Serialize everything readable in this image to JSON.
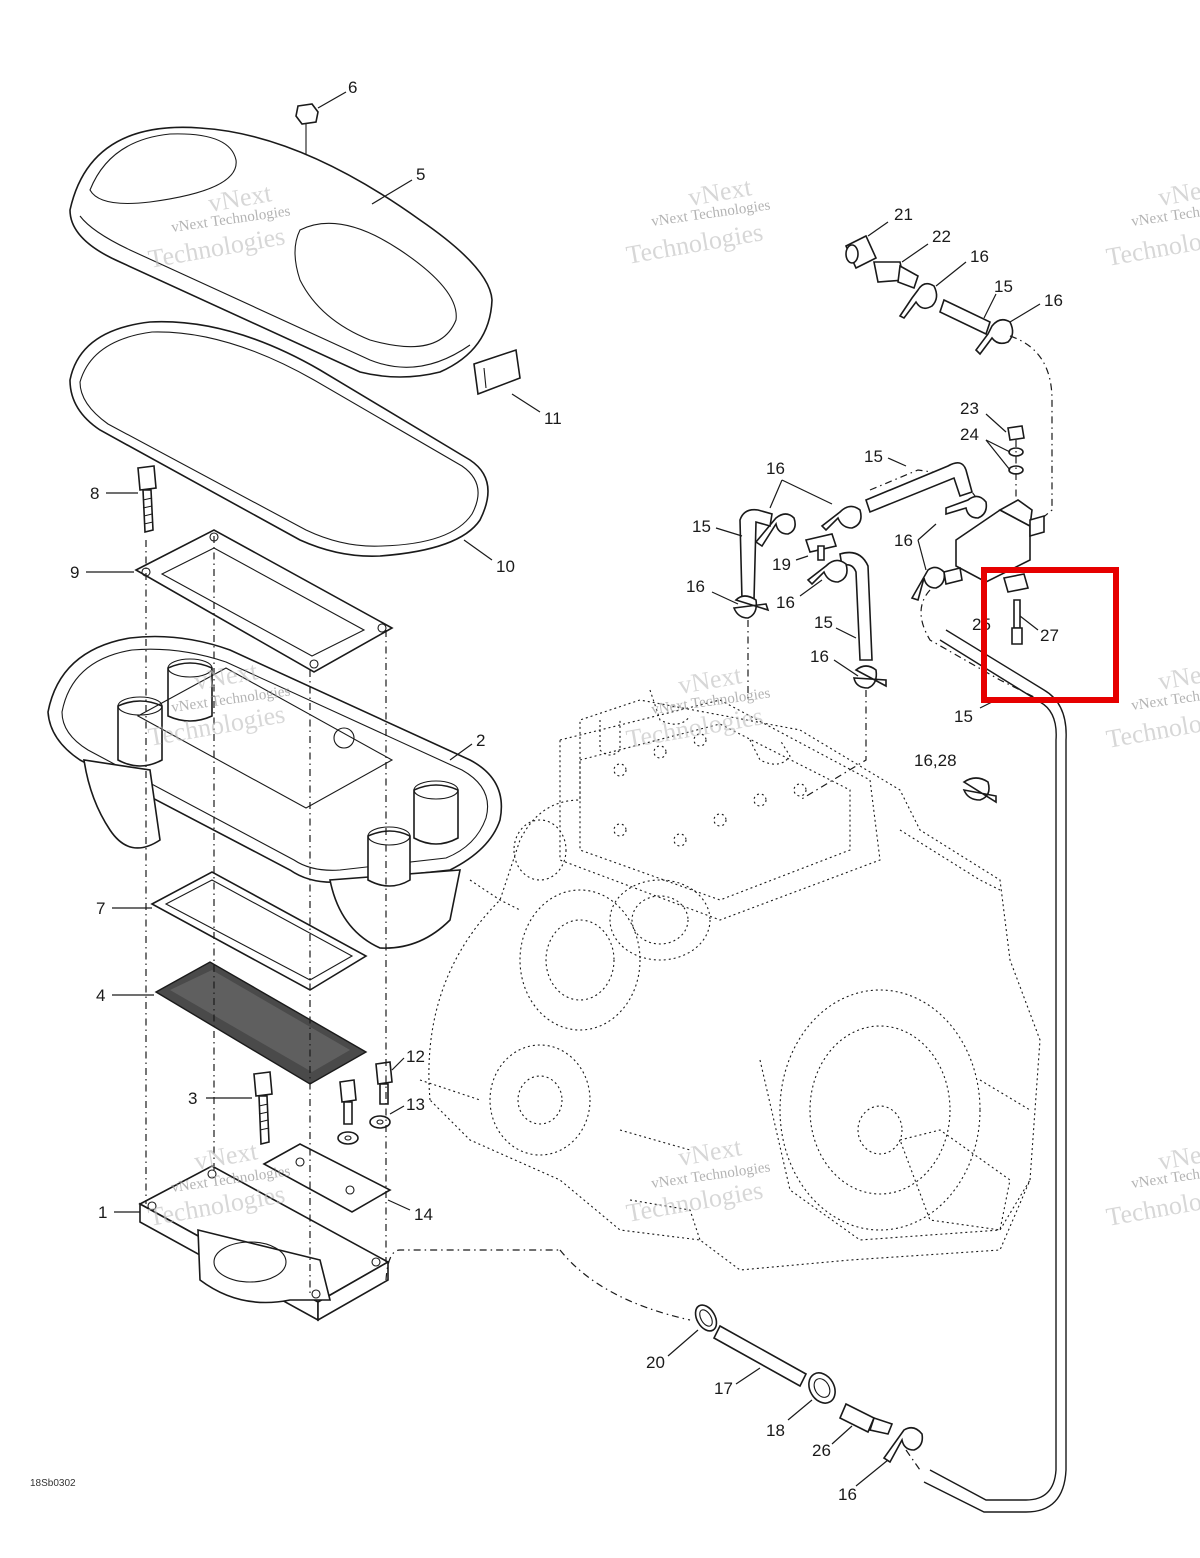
{
  "diagram": {
    "ref_code": "18Sb0302",
    "watermark_small": "vNext Technologies",
    "watermark_large": "Technologies",
    "watermark_large2": "vNext",
    "highlight_color": "#e60000",
    "callouts": {
      "c1": "1",
      "c2": "2",
      "c3": "3",
      "c4": "4",
      "c5": "5",
      "c6": "6",
      "c7": "7",
      "c8": "8",
      "c9": "9",
      "c10": "10",
      "c11": "11",
      "c12": "12",
      "c13": "13",
      "c14": "14",
      "c15a": "15",
      "c15b": "15",
      "c15c": "15",
      "c15d": "15",
      "c15e": "15",
      "c16a": "16",
      "c16b": "16",
      "c16c": "16",
      "c16d": "16",
      "c16e": "16",
      "c16f": "16",
      "c16g": "16",
      "c16h": "16",
      "c16_28": "16,28",
      "c17": "17",
      "c18": "18",
      "c19": "19",
      "c20": "20",
      "c21": "21",
      "c22": "22",
      "c23": "23",
      "c24": "24",
      "c25": "25",
      "c26a": "26",
      "c27": "27"
    }
  }
}
